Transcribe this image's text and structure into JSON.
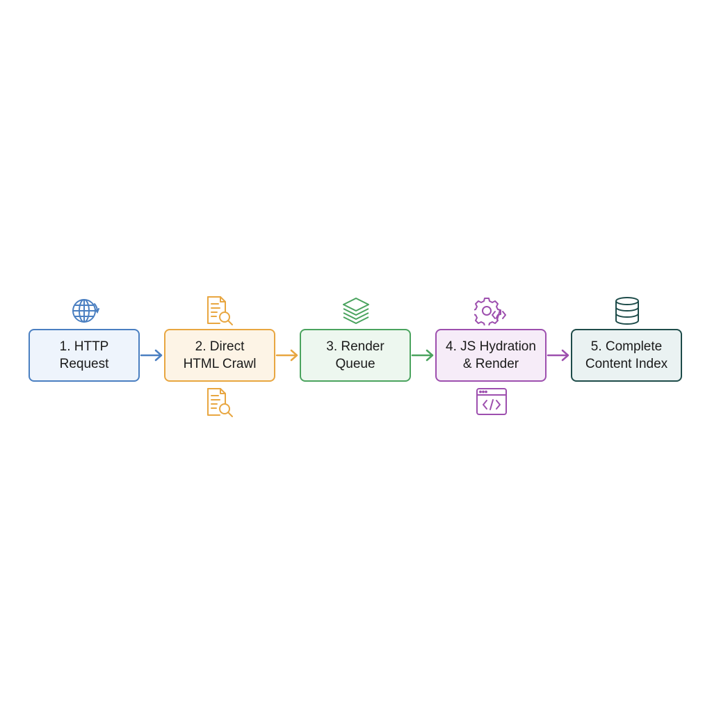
{
  "steps": [
    {
      "lines": [
        "1. HTTP",
        "Request"
      ],
      "color": "#4a7fc1",
      "fill": "#eef4fc",
      "icon": "globe-icon"
    },
    {
      "lines": [
        "2. Direct",
        "HTML Crawl"
      ],
      "color": "#e8a640",
      "fill": "#fdf4e6",
      "icon": "document-search-icon"
    },
    {
      "lines": [
        "3. Render",
        "Queue"
      ],
      "color": "#4aa35e",
      "fill": "#edf7ef",
      "icon": "layers-icon"
    },
    {
      "lines": [
        "4. JS Hydration",
        "& Render"
      ],
      "color": "#9d4fae",
      "fill": "#f6ecf8",
      "icon": "gear-code-icon"
    },
    {
      "lines": [
        "5. Complete",
        "Content Index"
      ],
      "color": "#1e4c4a",
      "fill": "#eaf2f2",
      "icon": "database-icon"
    }
  ],
  "extra_icons": [
    {
      "icon": "document-search-icon",
      "color": "#e8a640",
      "below_step": 2
    },
    {
      "icon": "browser-code-icon",
      "color": "#9d4fae",
      "below_step": 4
    }
  ]
}
